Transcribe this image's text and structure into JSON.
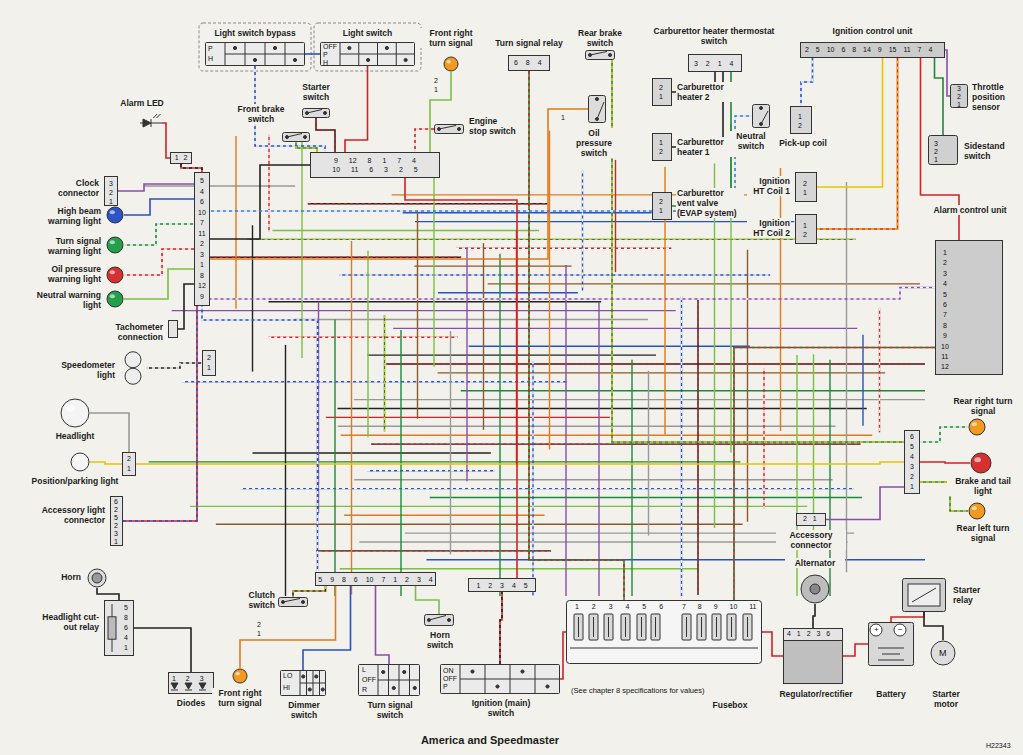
{
  "diagram": {
    "title": "America and Speedmaster",
    "nodes": [
      {
        "text": [
          "Light switch bypass"
        ]
      },
      {
        "text": [
          "Light switch"
        ]
      },
      {
        "text": [
          "Front right turn signal"
        ]
      },
      {
        "text": [
          "Turn signal relay"
        ]
      },
      {
        "text": [
          "Rear brake switch"
        ]
      },
      {
        "text": [
          "Carburettor heater thermostat switch"
        ]
      },
      {
        "text": [
          "Ignition control unit"
        ]
      },
      {
        "text": [
          "Throttle position sensor"
        ]
      },
      {
        "text": [
          "Alarm LED"
        ]
      },
      {
        "text": [
          "Starter switch"
        ]
      },
      {
        "text": [
          "Front brake switch"
        ]
      },
      {
        "text": [
          "Engine stop switch"
        ]
      },
      {
        "text": [
          "Oil pressure switch"
        ]
      },
      {
        "text": [
          "Carburettor heater 2"
        ]
      },
      {
        "text": [
          "Carburettor heater 1"
        ]
      },
      {
        "text": [
          "Carburettor vent valve (EVAP system)"
        ]
      },
      {
        "text": [
          "Neutral switch"
        ]
      },
      {
        "text": [
          "Pick-up coil"
        ]
      },
      {
        "text": [
          "Ignition HT Coil 1"
        ]
      },
      {
        "text": [
          "Ignition HT Coil 2"
        ]
      },
      {
        "text": [
          "Sidestand switch"
        ]
      },
      {
        "text": [
          "Alarm control unit"
        ]
      },
      {
        "text": [
          "Clock connector"
        ]
      },
      {
        "text": [
          "High beam warning light"
        ]
      },
      {
        "text": [
          "Turn signal warning light"
        ]
      },
      {
        "text": [
          "Oil pressure warning light"
        ]
      },
      {
        "text": [
          "Neutral warning light"
        ]
      },
      {
        "text": [
          "Tachometer connection"
        ]
      },
      {
        "text": [
          "Speedometer light"
        ]
      },
      {
        "text": [
          "Headlight"
        ]
      },
      {
        "text": [
          "Position/parking light"
        ]
      },
      {
        "text": [
          "Accessory light connector"
        ]
      },
      {
        "text": [
          "Horn"
        ]
      },
      {
        "text": [
          "Headlight cut-out relay"
        ]
      },
      {
        "text": [
          "Diodes"
        ]
      },
      {
        "text": [
          "Clutch switch"
        ]
      },
      {
        "text": [
          "Front right turn signal"
        ]
      },
      {
        "text": [
          "Dimmer switch"
        ]
      },
      {
        "text": [
          "Turn signal switch"
        ]
      },
      {
        "text": [
          "Horn switch"
        ]
      },
      {
        "text": [
          "Ignition (main) switch"
        ]
      },
      {
        "text": [
          "Fusebox"
        ]
      },
      {
        "text": [
          "Accessory connector"
        ]
      },
      {
        "text": [
          "Alternator"
        ]
      },
      {
        "text": [
          "Regulator/rectifier"
        ]
      },
      {
        "text": [
          "Battery"
        ]
      },
      {
        "text": [
          "Starter relay"
        ]
      },
      {
        "text": [
          "Starter motor"
        ]
      },
      {
        "text": [
          "Rear right turn signal"
        ]
      },
      {
        "text": [
          "Brake and tail light"
        ]
      },
      {
        "text": [
          "Rear left turn signal"
        ]
      },
      {
        "text": [
          "9 12 8 1 7 4",
          "10 11 6 3 2 5"
        ]
      },
      {
        "text": [
          "5 4 6 10 7 11 2 3 1 8 12 9"
        ]
      },
      {
        "text": [
          "1 2"
        ]
      },
      {
        "text": [
          "2 1"
        ]
      },
      {
        "text": [
          "2 1"
        ]
      },
      {
        "text": [
          "6 5 4 3 2 1"
        ]
      },
      {
        "text": [
          "5 9 8 6 10 7 1 2 3 4"
        ]
      },
      {
        "text": [
          "1 2 3 4 5"
        ]
      }
    ],
    "edges": [
      {
        "from": 23,
        "to": 52,
        "arrow": "none"
      },
      {
        "from": 24,
        "to": 52,
        "arrow": "none"
      },
      {
        "from": 25,
        "to": 52,
        "arrow": "none"
      },
      {
        "from": 26,
        "to": 52,
        "arrow": "none"
      },
      {
        "from": 22,
        "to": 52,
        "arrow": "none"
      },
      {
        "from": 27,
        "to": 52,
        "arrow": "none"
      },
      {
        "from": 8,
        "to": 53,
        "arrow": "none"
      },
      {
        "from": 53,
        "to": 52,
        "arrow": "none"
      },
      {
        "from": 28,
        "to": 54,
        "arrow": "none"
      },
      {
        "from": 29,
        "to": 55,
        "arrow": "none"
      },
      {
        "from": 30,
        "to": 55,
        "arrow": "none"
      },
      {
        "from": 55,
        "to": 56,
        "arrow": "none"
      },
      {
        "from": 56,
        "to": 48,
        "arrow": "none"
      },
      {
        "from": 56,
        "to": 49,
        "arrow": "none"
      },
      {
        "from": 56,
        "to": 50,
        "arrow": "none"
      },
      {
        "from": 31,
        "to": 52,
        "arrow": "none"
      },
      {
        "from": 33,
        "to": 34,
        "arrow": "none"
      },
      {
        "from": 32,
        "to": 33,
        "arrow": "none"
      },
      {
        "from": 51,
        "to": 1,
        "arrow": "none"
      },
      {
        "from": 51,
        "to": 0,
        "arrow": "none"
      },
      {
        "from": 51,
        "to": 9,
        "arrow": "none"
      },
      {
        "from": 51,
        "to": 10,
        "arrow": "none"
      },
      {
        "from": 51,
        "to": 11,
        "arrow": "none"
      },
      {
        "from": 51,
        "to": 2,
        "arrow": "none"
      },
      {
        "from": 51,
        "to": 52,
        "arrow": "none"
      },
      {
        "from": 3,
        "to": 41,
        "arrow": "none"
      },
      {
        "from": 4,
        "to": 56,
        "arrow": "none"
      },
      {
        "from": 12,
        "to": 52,
        "arrow": "none"
      },
      {
        "from": 16,
        "to": 52,
        "arrow": "none"
      },
      {
        "from": 17,
        "to": 6,
        "arrow": "none"
      },
      {
        "from": 18,
        "to": 6,
        "arrow": "none"
      },
      {
        "from": 19,
        "to": 6,
        "arrow": "none"
      },
      {
        "from": 7,
        "to": 6,
        "arrow": "none"
      },
      {
        "from": 20,
        "to": 6,
        "arrow": "none"
      },
      {
        "from": 21,
        "to": 52,
        "arrow": "none"
      },
      {
        "from": 21,
        "to": 6,
        "arrow": "none"
      },
      {
        "from": 5,
        "to": 13,
        "arrow": "none"
      },
      {
        "from": 5,
        "to": 14,
        "arrow": "none"
      },
      {
        "from": 5,
        "to": 15,
        "arrow": "none"
      },
      {
        "from": 41,
        "to": 40,
        "arrow": "none"
      },
      {
        "from": 40,
        "to": 58,
        "arrow": "none"
      },
      {
        "from": 58,
        "to": 51,
        "arrow": "none"
      },
      {
        "from": 57,
        "to": 35,
        "arrow": "none"
      },
      {
        "from": 57,
        "to": 36,
        "arrow": "none"
      },
      {
        "from": 57,
        "to": 37,
        "arrow": "none"
      },
      {
        "from": 57,
        "to": 38,
        "arrow": "none"
      },
      {
        "from": 57,
        "to": 39,
        "arrow": "none"
      },
      {
        "from": 57,
        "to": 52,
        "arrow": "none"
      },
      {
        "from": 41,
        "to": 44,
        "arrow": "none"
      },
      {
        "from": 43,
        "to": 44,
        "arrow": "none"
      },
      {
        "from": 44,
        "to": 45,
        "arrow": "none"
      },
      {
        "from": 45,
        "to": 46,
        "arrow": "none"
      },
      {
        "from": 46,
        "to": 47,
        "arrow": "none"
      },
      {
        "from": 42,
        "to": 56,
        "arrow": "none"
      },
      {
        "from": 41,
        "to": 21,
        "arrow": "none"
      },
      {
        "from": 0,
        "to": 1,
        "arrow": "none"
      }
    ],
    "labels": [
      "P",
      "H",
      "OFF",
      "P",
      "H",
      "2 1",
      "6 8 4",
      "3 2 1 4",
      "2 5 10 6 8 14 9 15 11 7 4",
      "3 2 1",
      "1",
      "2 1",
      "1 2",
      "2 1",
      "1 2",
      "2 1",
      "1 2",
      "3 2 1",
      "1 2 3 4 5 6 7 8 9 10 11 12",
      "3 2 1",
      "6 2 5 2 3 1",
      "5 8 6 4 1",
      "1 2 3",
      "2 1",
      "LO",
      "HI",
      "L",
      "OFF",
      "R",
      "ON",
      "OFF",
      "P",
      "1 2 3 4 5 6",
      "7 8 9 10 11",
      "(See chapter 8 specifications for values)",
      "2 1",
      "4 1 2 3 6",
      "+",
      "−",
      "M",
      "H22343"
    ]
  }
}
